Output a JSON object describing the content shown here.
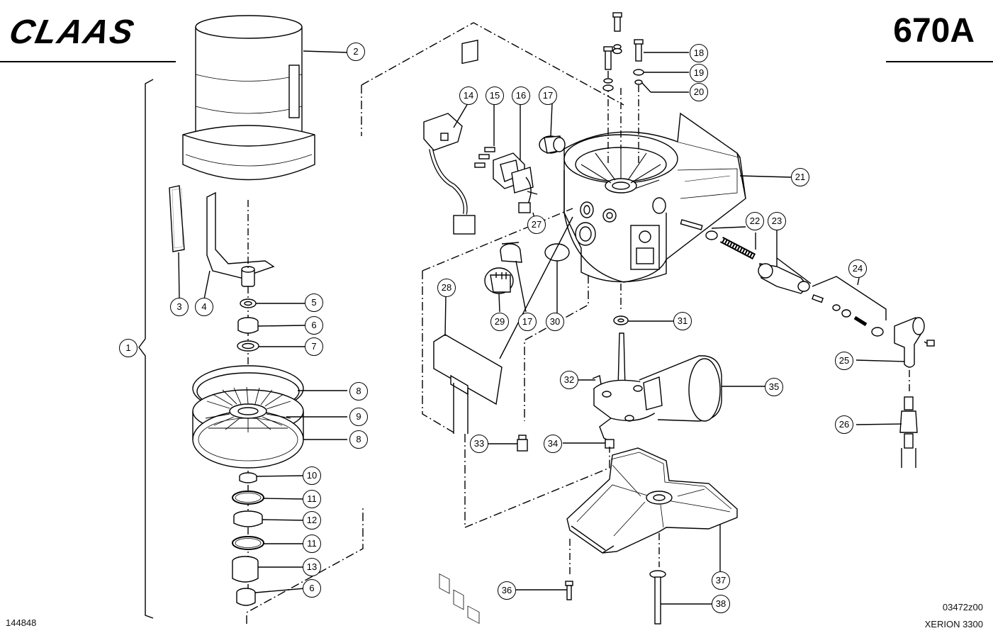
{
  "header": {
    "brand": "CLAAS",
    "page_id": "670A"
  },
  "footer": {
    "sheet_number": "144848",
    "drawing_code": "03472z00",
    "model": "XERION 3300"
  },
  "callouts": [
    "1",
    "2",
    "3",
    "4",
    "5",
    "6",
    "7",
    "8",
    "9",
    "8",
    "10",
    "11",
    "12",
    "11",
    "13",
    "6",
    "14",
    "15",
    "16",
    "17",
    "18",
    "19",
    "20",
    "21",
    "22",
    "23",
    "24",
    "25",
    "26",
    "27",
    "28",
    "29",
    "17",
    "30",
    "31",
    "32",
    "33",
    "34",
    "35",
    "36",
    "37",
    "38"
  ]
}
